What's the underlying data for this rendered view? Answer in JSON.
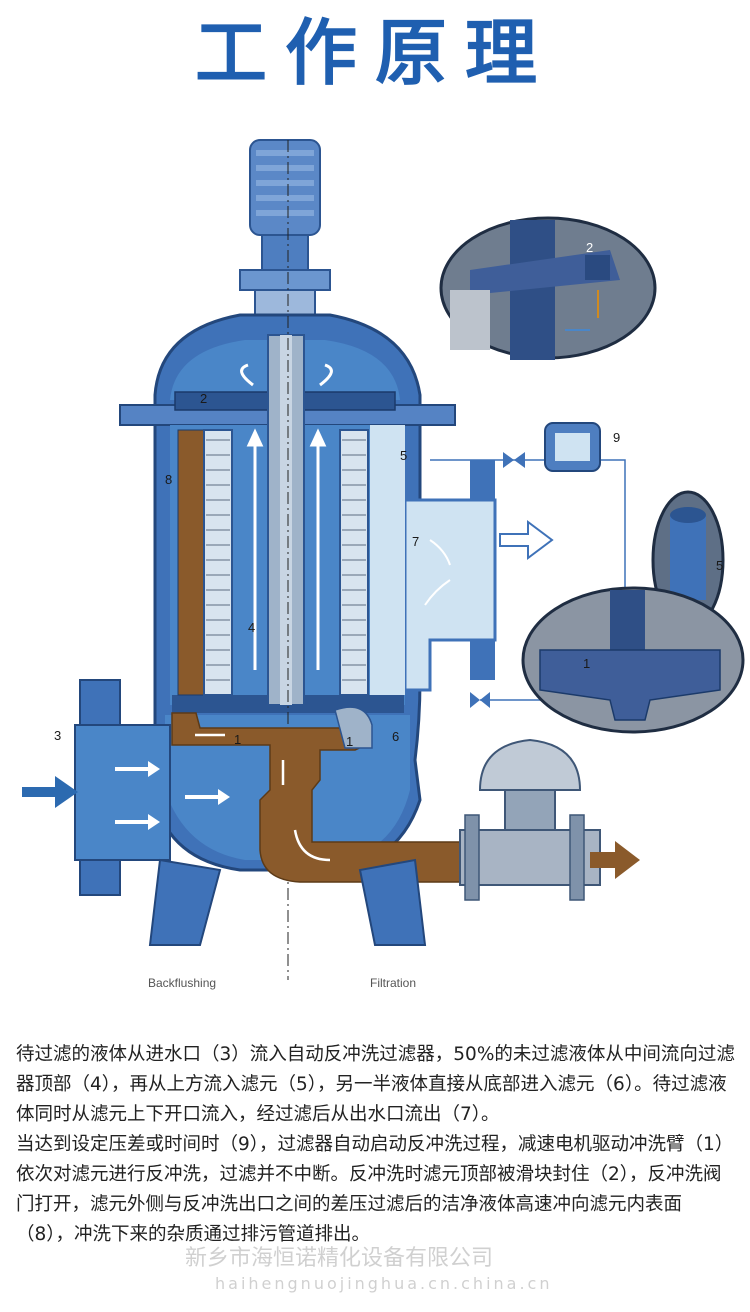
{
  "title": "工作原理",
  "captions": {
    "left": "Backflushing",
    "right": "Filtration"
  },
  "labels": {
    "n1a": "1",
    "n1b": "1",
    "n2": "2",
    "n3": "3",
    "n4": "4",
    "n5": "5",
    "n6": "6",
    "n7": "7",
    "n8": "8",
    "n9": "9",
    "detail_top": "2",
    "detail_filter": "5",
    "detail_arm": "1"
  },
  "description": {
    "p1": "待过滤的液体从进水口（3）流入自动反冲洗过滤器，50%的未过滤液体从中间流向过滤器顶部（4），再从上方流入滤元（5），另一半液体直接从底部进入滤元（6）。待过滤液体同时从滤元上下开口流入，经过滤后从出水口流出（7）。",
    "p2": "当达到设定压差或时间时（9），过滤器自动启动反冲洗过程，减速电机驱动冲洗臂（1）依次对滤元进行反冲洗，过滤并不中断。反冲洗时滤元顶部被滑块封住（2），反冲洗阀门打开，滤元外侧与反冲洗出口之间的差压过滤后的洁净液体高速冲向滤元内表面（8），冲洗下来的杂质通过排污管道排出。"
  },
  "watermark": {
    "line1": "新乡市海恒诺精化设备有限公司",
    "line2": "haihengnuojinghua.cn.china.cn"
  },
  "colors": {
    "title": "#1f5fb0",
    "housing": "#3f72b8",
    "housing_dark": "#2c5591",
    "water": "#4a86c8",
    "clean_water": "#cfe3f2",
    "dirty": "#8a5a2b",
    "pipe_gray": "#b9c3cf"
  }
}
